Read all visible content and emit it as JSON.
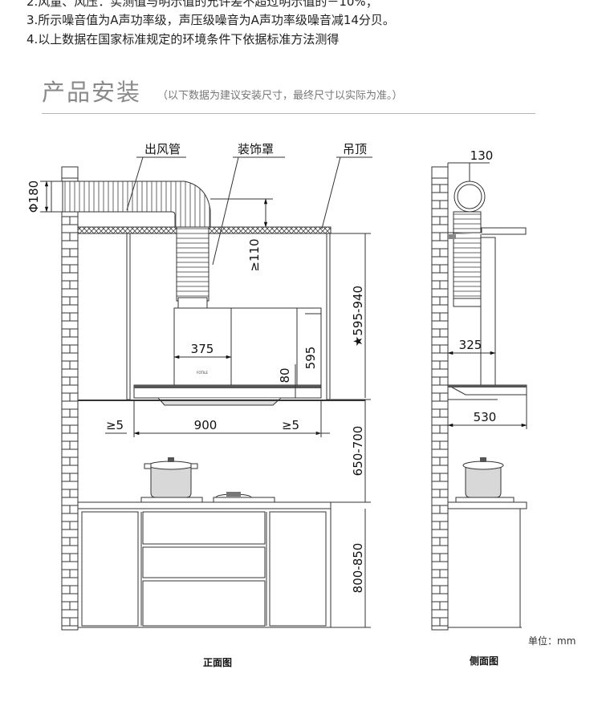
{
  "notes": [
    "2.风量、风压：实测值与明示值的允许差不超过明示值的－10%；",
    "3.所示噪音值为A声功率级，声压级噪音为A声功率级噪音减14分贝。",
    "4.以上数据在国家标准规定的环境条件下依据标准方法测得"
  ],
  "section": {
    "title": "产品安装",
    "subtitle": "（以下数据为建议安装尺寸，最终尺寸以实际为准。）"
  },
  "front": {
    "callouts": {
      "duct": "出风管",
      "cover": "装饰罩",
      "ceiling": "吊顶"
    },
    "dims": {
      "duct_dia": "Φ180",
      "min_gap": "≥110",
      "cover_width": "375",
      "height_595": "595",
      "height_range": "★595-940",
      "depth_80": "80",
      "hood_width": "900",
      "left_clear": "≥5",
      "right_clear": "≥5",
      "hob_gap": "650-700",
      "counter_height": "800-850"
    },
    "caption": "正面图"
  },
  "side": {
    "dims": {
      "duct_offset": "130",
      "chimney_depth": "325",
      "hood_depth": "530"
    },
    "caption": "侧面图"
  },
  "unit": "单位：mm",
  "logo": "FOTILE"
}
